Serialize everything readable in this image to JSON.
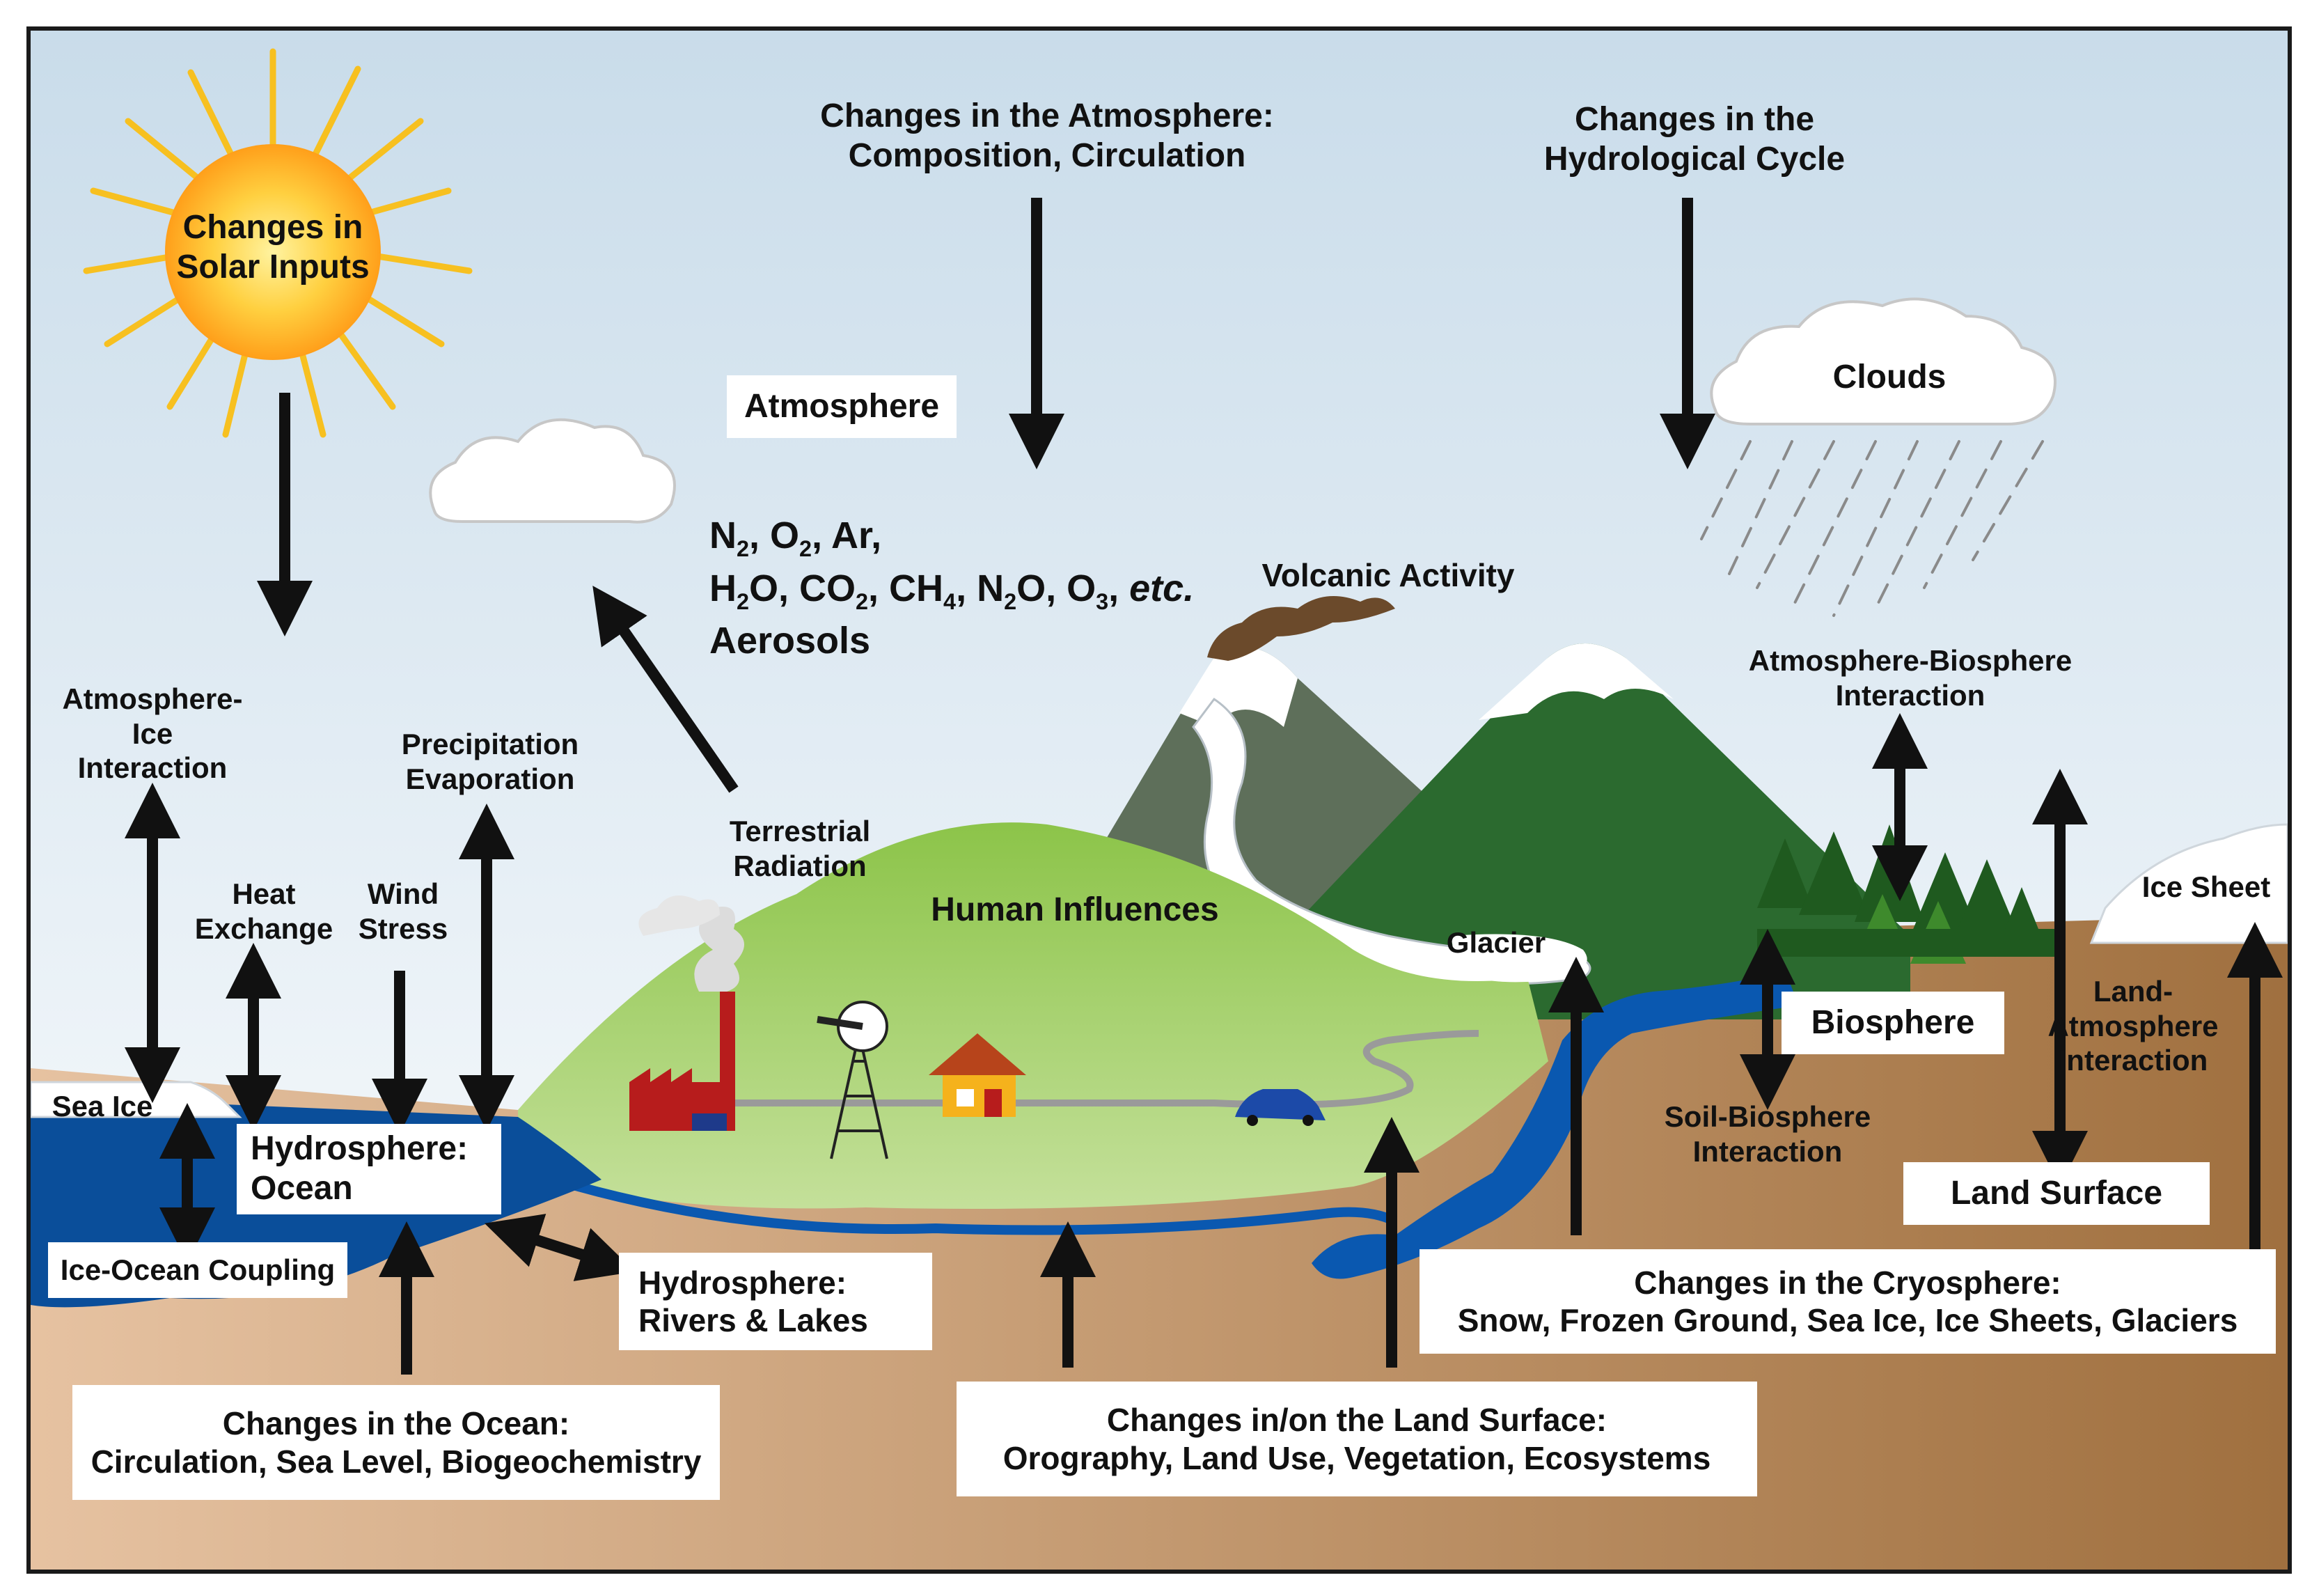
{
  "sun": {
    "label_line1": "Changes in",
    "label_line2": "Solar Inputs"
  },
  "atmosphere_change": {
    "line1": "Changes in the Atmosphere:",
    "line2": "Composition, Circulation"
  },
  "hydro_cycle": {
    "line1": "Changes in the",
    "line2": "Hydrological Cycle"
  },
  "atmosphere_box": "Atmosphere",
  "clouds": "Clouds",
  "gases": {
    "line1": [
      "N",
      "2",
      ", O",
      "2",
      ",  Ar,"
    ],
    "line2": [
      "H",
      "2",
      "O, CO",
      "2",
      ", CH",
      "4",
      ", N",
      "2",
      "O, O",
      "3",
      ", ",
      "etc."
    ],
    "line3": "Aerosols"
  },
  "volcanic": "Volcanic Activity",
  "atm_bio": {
    "line1": "Atmosphere-Biosphere",
    "line2": "Interaction"
  },
  "atm_ice": {
    "line1": "Atmosphere-",
    "line2": "Ice",
    "line3": "Interaction"
  },
  "heat_exchange": {
    "line1": "Heat",
    "line2": "Exchange"
  },
  "wind_stress": {
    "line1": "Wind",
    "line2": "Stress"
  },
  "precip": {
    "line1": "Precipitation",
    "line2": "Evaporation"
  },
  "terrestrial": {
    "line1": "Terrestrial",
    "line2": "Radiation"
  },
  "human": "Human Influences",
  "glacier": "Glacier",
  "ice_sheet": "Ice Sheet",
  "sea_ice": "Sea Ice",
  "hydro_ocean": {
    "line1": "Hydrosphere:",
    "line2": "Ocean"
  },
  "ice_ocean": "Ice-Ocean Coupling",
  "hydro_rivers": {
    "line1": "Hydrosphere:",
    "line2": "Rivers & Lakes"
  },
  "biosphere": "Biosphere",
  "soil_bio": {
    "line1": "Soil-Biosphere",
    "line2": "Interaction"
  },
  "land_atm": {
    "line1": "Land-",
    "line2": "Atmosphere",
    "line3": "Interaction"
  },
  "land_surface": "Land Surface",
  "cryosphere": {
    "line1": "Changes in the Cryosphere:",
    "line2": "Snow, Frozen Ground, Sea Ice, Ice Sheets, Glaciers"
  },
  "ocean_change": {
    "line1": "Changes in the Ocean:",
    "line2": "Circulation, Sea Level, Biogeochemistry"
  },
  "land_change": {
    "line1": "Changes in/on the Land Surface:",
    "line2": "Orography, Land Use, Vegetation, Ecosystems"
  },
  "colors": {
    "sky_top": "#c9dcea",
    "sky_bottom": "#ffffff",
    "ocean": "#0a4e9a",
    "river": "#0a58b0",
    "ground_light": "#e6c2a1",
    "ground_dark": "#a0703f",
    "hill": "#9dcb5c",
    "mountain_dark": "#2b6a2f",
    "mountain_grey": "#5e6f5a",
    "sun_core": "#ffae1f",
    "sun_rays": "#f7c020"
  }
}
